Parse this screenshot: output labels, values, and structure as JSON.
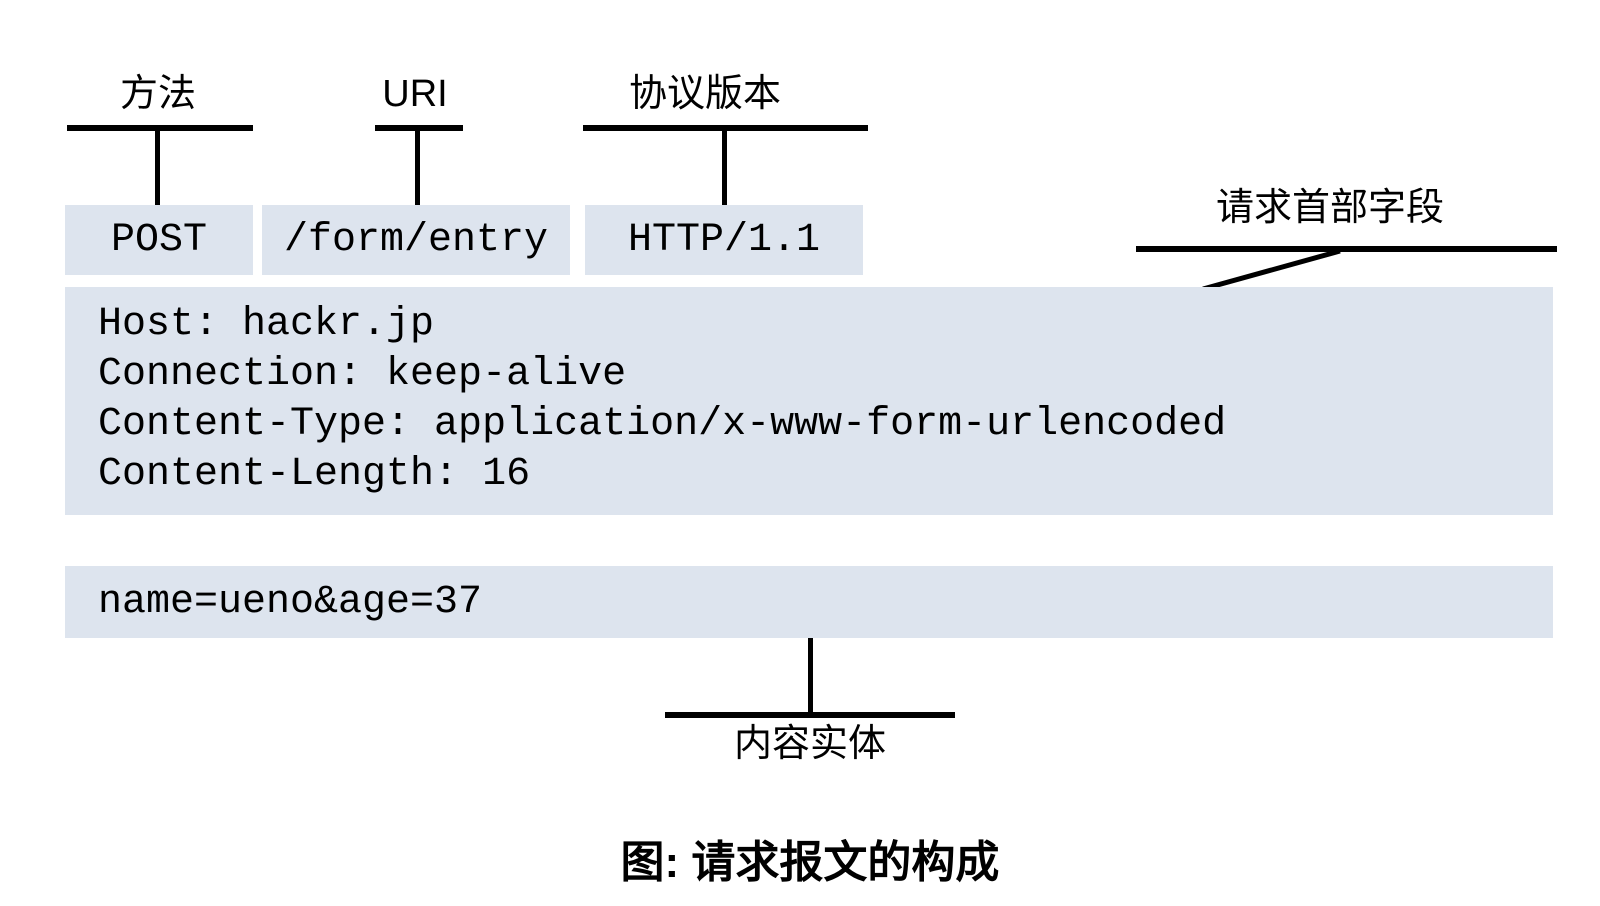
{
  "diagram": {
    "caption": "图: 请求报文的构成",
    "labels": {
      "method": "方法",
      "uri": "URI",
      "protocol_version": "协议版本",
      "request_header_fields": "请求首部字段",
      "entity_body": "内容实体"
    },
    "request_line": {
      "method": "POST",
      "uri": "/form/entry",
      "version": "HTTP/1.1"
    },
    "headers": {
      "lines": [
        "Host: hackr.jp",
        "Connection: keep-alive",
        "Content-Type: application/x-www-form-urlencoded",
        "Content-Length: 16"
      ]
    },
    "body": "name=ueno&age=37"
  },
  "colors": {
    "box_background": "#dde4ee",
    "line": "#000000",
    "text": "#000000"
  }
}
